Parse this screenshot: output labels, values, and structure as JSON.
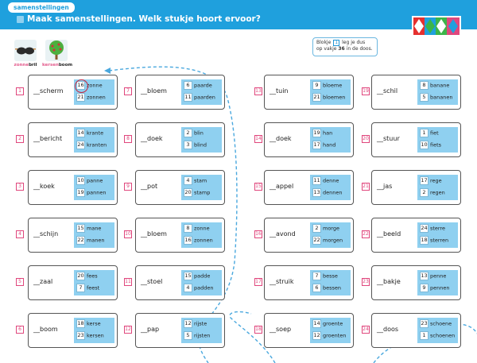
{
  "header": {
    "tab_label": "samenstellingen",
    "title": "Maak samenstellingen. Welk stukje hoort ervoor?",
    "accent_color": "#1fa0dd"
  },
  "hint": {
    "line1_a": "Blokje",
    "line1_num": "1",
    "line1_b": "leg je dus",
    "line2_a": "op vakje",
    "line2_num": "36",
    "line2_b": "in de doos."
  },
  "examples": [
    {
      "part1": "zonne",
      "part2": "bril",
      "icon": "sunglasses-icon"
    },
    {
      "part1": "kersen",
      "part2": "boom",
      "icon": "cherry-tree-icon"
    }
  ],
  "exercises": [
    {
      "num": "1",
      "stem": "__scherm",
      "options": [
        {
          "n": "16",
          "w": "zonne"
        },
        {
          "n": "21",
          "w": "zonnen"
        }
      ]
    },
    {
      "num": "2",
      "stem": "__bericht",
      "options": [
        {
          "n": "14",
          "w": "krante"
        },
        {
          "n": "24",
          "w": "kranten"
        }
      ]
    },
    {
      "num": "3",
      "stem": "__koek",
      "options": [
        {
          "n": "10",
          "w": "panne"
        },
        {
          "n": "19",
          "w": "pannen"
        }
      ]
    },
    {
      "num": "4",
      "stem": "__schijn",
      "options": [
        {
          "n": "15",
          "w": "mane"
        },
        {
          "n": "22",
          "w": "manen"
        }
      ]
    },
    {
      "num": "5",
      "stem": "__zaal",
      "options": [
        {
          "n": "20",
          "w": "fees"
        },
        {
          "n": "7",
          "w": "feest"
        }
      ]
    },
    {
      "num": "6",
      "stem": "__boom",
      "options": [
        {
          "n": "18",
          "w": "kerse"
        },
        {
          "n": "23",
          "w": "kersen"
        }
      ]
    },
    {
      "num": "7",
      "stem": "__bloem",
      "options": [
        {
          "n": "6",
          "w": "paarde"
        },
        {
          "n": "11",
          "w": "paarden"
        }
      ]
    },
    {
      "num": "8",
      "stem": "__doek",
      "options": [
        {
          "n": "2",
          "w": "blin"
        },
        {
          "n": "3",
          "w": "blind"
        }
      ]
    },
    {
      "num": "9",
      "stem": "__pot",
      "options": [
        {
          "n": "4",
          "w": "stam"
        },
        {
          "n": "20",
          "w": "stamp"
        }
      ]
    },
    {
      "num": "10",
      "stem": "__bloem",
      "options": [
        {
          "n": "8",
          "w": "zonne"
        },
        {
          "n": "16",
          "w": "zonnen"
        }
      ]
    },
    {
      "num": "11",
      "stem": "__stoel",
      "options": [
        {
          "n": "15",
          "w": "padde"
        },
        {
          "n": "4",
          "w": "padden"
        }
      ]
    },
    {
      "num": "12",
      "stem": "__pap",
      "options": [
        {
          "n": "12",
          "w": "rijste"
        },
        {
          "n": "5",
          "w": "rijsten"
        }
      ]
    },
    {
      "num": "13",
      "stem": "__tuin",
      "options": [
        {
          "n": "9",
          "w": "bloeme"
        },
        {
          "n": "21",
          "w": "bloemen"
        }
      ]
    },
    {
      "num": "14",
      "stem": "__doek",
      "options": [
        {
          "n": "19",
          "w": "han"
        },
        {
          "n": "17",
          "w": "hand"
        }
      ]
    },
    {
      "num": "15",
      "stem": "__appel",
      "options": [
        {
          "n": "11",
          "w": "denne"
        },
        {
          "n": "13",
          "w": "dennen"
        }
      ]
    },
    {
      "num": "16",
      "stem": "__avond",
      "options": [
        {
          "n": "2",
          "w": "morge"
        },
        {
          "n": "22",
          "w": "morgen"
        }
      ]
    },
    {
      "num": "17",
      "stem": "__struik",
      "options": [
        {
          "n": "7",
          "w": "besse"
        },
        {
          "n": "6",
          "w": "bessen"
        }
      ]
    },
    {
      "num": "18",
      "stem": "__soep",
      "options": [
        {
          "n": "14",
          "w": "groente"
        },
        {
          "n": "12",
          "w": "groenten"
        }
      ]
    },
    {
      "num": "19",
      "stem": "__schil",
      "options": [
        {
          "n": "8",
          "w": "banane"
        },
        {
          "n": "5",
          "w": "bananen"
        }
      ]
    },
    {
      "num": "20",
      "stem": "__stuur",
      "options": [
        {
          "n": "1",
          "w": "fiet"
        },
        {
          "n": "10",
          "w": "fiets"
        }
      ]
    },
    {
      "num": "21",
      "stem": "__jas",
      "options": [
        {
          "n": "17",
          "w": "rege"
        },
        {
          "n": "2",
          "w": "regen"
        }
      ]
    },
    {
      "num": "22",
      "stem": "__beeld",
      "options": [
        {
          "n": "24",
          "w": "sterre"
        },
        {
          "n": "18",
          "w": "sterren"
        }
      ]
    },
    {
      "num": "23",
      "stem": "__bakje",
      "options": [
        {
          "n": "13",
          "w": "penne"
        },
        {
          "n": "9",
          "w": "pennen"
        }
      ]
    },
    {
      "num": "24",
      "stem": "__doos",
      "options": [
        {
          "n": "23",
          "w": "schoene"
        },
        {
          "n": "1",
          "w": "schoenen"
        }
      ]
    }
  ]
}
